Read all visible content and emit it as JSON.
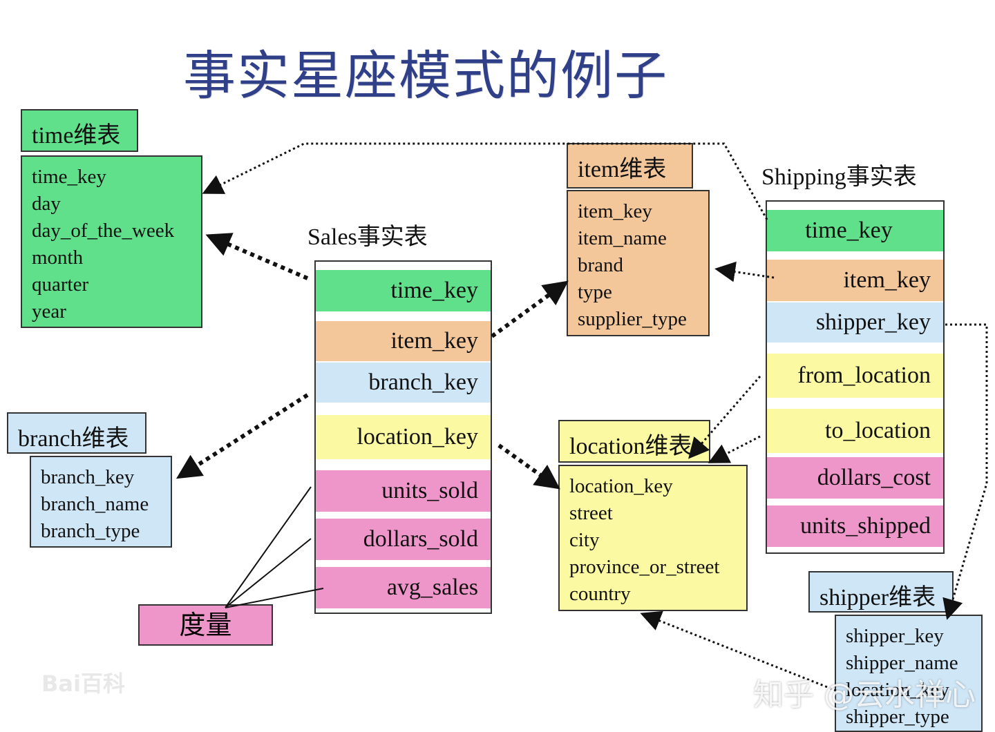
{
  "title": "事实星座模式的例子",
  "sales_fact": {
    "label": "Sales事实表",
    "fields": [
      "time_key",
      "item_key",
      "branch_key",
      "location_key",
      "units_sold",
      "dollars_sold",
      "avg_sales"
    ]
  },
  "shipping_fact": {
    "label": "Shipping事实表",
    "fields": [
      "time_key",
      "item_key",
      "shipper_key",
      "from_location",
      "to_location",
      "dollars_cost",
      "units_shipped"
    ]
  },
  "time_dim": {
    "header": "time维表",
    "fields": [
      "time_key",
      "day",
      "day_of_the_week",
      "month",
      "quarter",
      "year"
    ]
  },
  "item_dim": {
    "header": "item维表",
    "fields": [
      "item_key",
      "item_name",
      "brand",
      "type",
      "supplier_type"
    ]
  },
  "branch_dim": {
    "header": "branch维表",
    "fields": [
      "branch_key",
      "branch_name",
      "branch_type"
    ]
  },
  "location_dim": {
    "header": "location维表",
    "fields": [
      "location_key",
      "street",
      "city",
      "province_or_street",
      "country"
    ]
  },
  "shipper_dim": {
    "header": "shipper维表",
    "fields": [
      "shipper_key",
      "shipper_name",
      "location_key",
      "shipper_type"
    ]
  },
  "measure_label": "度量",
  "watermarks": {
    "left": "Bai百科",
    "right": "知乎 @云水禅心"
  },
  "colors": {
    "time": "#60e08a",
    "item": "#f4c79b",
    "branch": "#cfe6f7",
    "location": "#fbf9a2",
    "measure": "#ee96c9",
    "title": "#2f3f88"
  }
}
